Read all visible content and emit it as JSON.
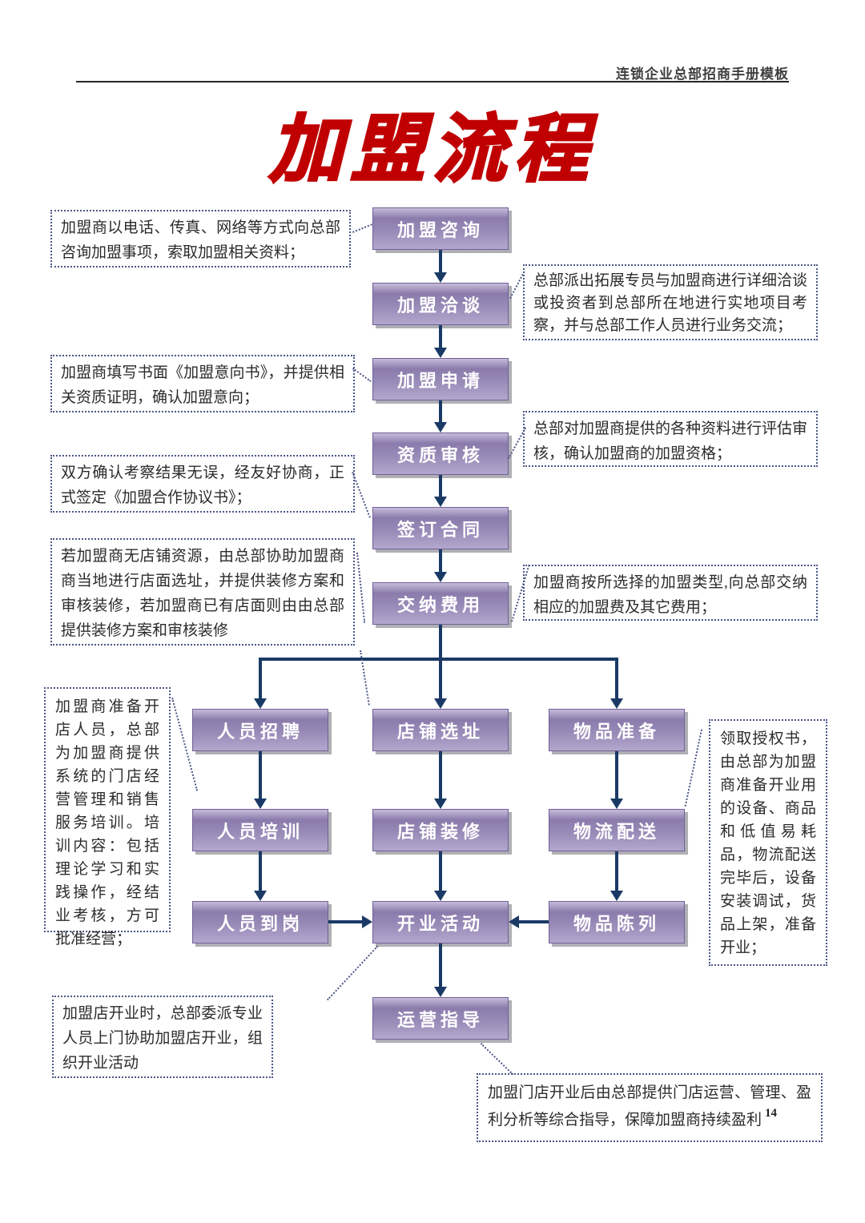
{
  "header": {
    "doc_title": "连锁企业总部招商手册模板"
  },
  "title": "加盟流程",
  "page_number": "14",
  "colors": {
    "title_red": "#c00000",
    "box_purple_mid": "#978ab7",
    "box_purple_dark": "#8b7bac",
    "box_purple_light": "#c6bcd9",
    "box_border": "#6f5f96",
    "arrow_navy": "#1a3a66",
    "note_border": "#4b5685"
  },
  "boxes": {
    "consult": "加盟咨询",
    "negotiate": "加盟洽谈",
    "apply": "加盟申请",
    "review": "资质审核",
    "contract": "签订合同",
    "payment": "交纳费用",
    "recruit": "人员招聘",
    "site": "店铺选址",
    "goods_prep": "物品准备",
    "training": "人员培训",
    "decoration": "店铺装修",
    "logistics": "物流配送",
    "staff_onboard": "人员到岗",
    "opening": "开业活动",
    "display": "物品陈列",
    "operation_guide": "运营指导"
  },
  "notes": {
    "consult_note": "加盟商以电话、传真、网络等方式向总部咨询加盟事项，索取加盟相关资料；",
    "negotiate_note": "总部派出拓展专员与加盟商进行详细洽谈或投资者到总部所在地进行实地项目考察，并与总部工作人员进行业务交流；",
    "apply_note": "加盟商填写书面《加盟意向书》，并提供相关资质证明，确认加盟意向；",
    "review_note": "总部对加盟商提供的各种资料进行评估审核，确认加盟商的加盟资格；",
    "contract_note": "双方确认考察结果无误，经友好协商，正式签定《加盟合作协议书》；",
    "site_note": "若加盟商无店铺资源，由总部协助加盟商商当地进行店面选址，并提供装修方案和审核装修，若加盟商已有店面则由由总部提供装修方案和审核装修",
    "payment_note": "加盟商按所选择的加盟类型,向总部交纳相应的加盟费及其它费用；",
    "training_note": "加盟商准备开店人员，总部为加盟商提供系统的门店经营管理和销售服务培训。培训内容：包括理论学习和实践操作，经结业考核，方可批准经营；",
    "goods_note": "领取授权书，由总部为加盟商准备开业用的设备、商品和低值易耗品，物流配送完毕后，设备安装调试，货品上架，准备开业；",
    "opening_note": "加盟店开业时，总部委派专业人员上门协助加盟店开业，组织开业活动",
    "operation_note": "加盟门店开业后由总部提供门店运营、管理、盈利分析等综合指导，保障加盟商持续盈利"
  }
}
